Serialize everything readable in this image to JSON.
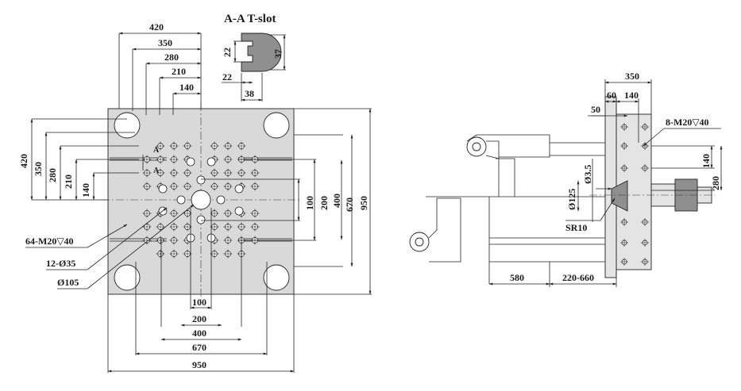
{
  "section_title": "A-A T-slot",
  "tslot_dims": {
    "width_top": "22",
    "height_left": "22",
    "height_right": "37",
    "width_bottom": "38"
  },
  "front_view": {
    "top_dims": [
      "420",
      "350",
      "280",
      "210",
      "140"
    ],
    "left_dims": [
      "420",
      "350",
      "280",
      "210",
      "140"
    ],
    "right_dims": [
      "100",
      "200",
      "400",
      "670",
      "950"
    ],
    "bottom_dims": [
      "100",
      "200",
      "400",
      "670",
      "950"
    ],
    "callouts": [
      "64-M20▽40",
      "12-Ø35",
      "Ø105"
    ],
    "section_marks": [
      "A",
      "A"
    ]
  },
  "side_view": {
    "top_dims": [
      "350",
      "60",
      "140",
      "50"
    ],
    "thread_label": "8-M20▽40",
    "right_dims": [
      "140",
      "280"
    ],
    "nozzle_dims": [
      "Ø3.5",
      "Ø125",
      "SR10"
    ],
    "bottom_dims": [
      "580",
      "220-660"
    ]
  },
  "colors": {
    "line": "#222222",
    "plate_fill": "#d9d9d9",
    "hatch_fill": "#8f8f8f"
  }
}
